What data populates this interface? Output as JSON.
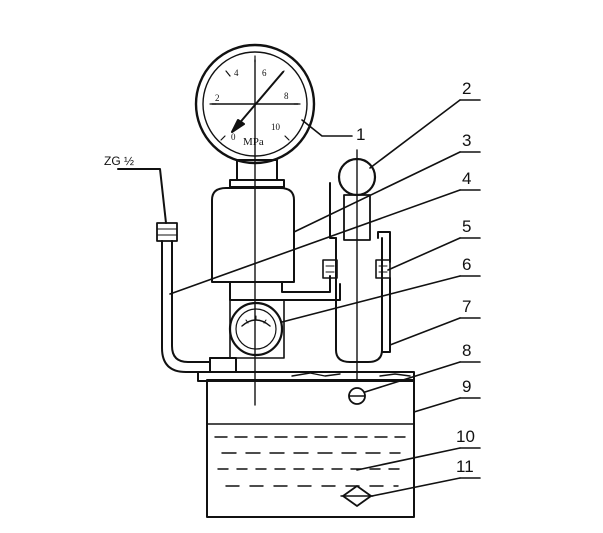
{
  "diagram": {
    "gauge": {
      "ticks": [
        "0",
        "2",
        "4",
        "6",
        "8",
        "10"
      ],
      "unit": "MPa"
    },
    "thread_label": "ZG ½",
    "callouts": [
      "1",
      "2",
      "3",
      "4",
      "5",
      "6",
      "7",
      "8",
      "9",
      "10",
      "11"
    ]
  },
  "colors": {
    "ink": "#111111",
    "paper": "#ffffff"
  }
}
